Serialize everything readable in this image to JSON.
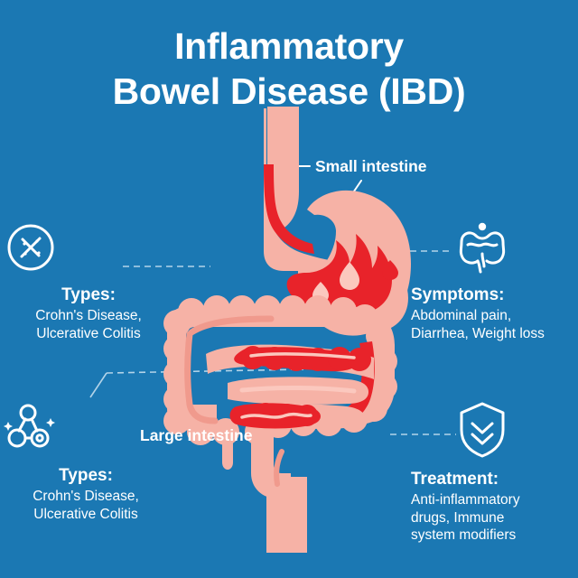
{
  "page": {
    "background_color": "#1b78b3",
    "title": "Inflammatory\nBowel Disease (IBD)"
  },
  "palette": {
    "background": "#1b78b3",
    "organ_pink": "#f6b2a6",
    "organ_pink_light": "#fbc8be",
    "organ_pink_shade": "#f09a8d",
    "inflammation_red": "#e8232a",
    "inflammation_red_dark": "#d4161d",
    "text_white": "#ffffff",
    "dash_line": "#bcd9ec"
  },
  "anatomy_labels": [
    {
      "id": "small-intestine",
      "text": "Small intestine"
    },
    {
      "id": "large-intestine",
      "text": "Large intestine"
    }
  ],
  "callouts": [
    {
      "id": "types-top",
      "icon": "crossed-wands-circle-icon",
      "heading": "Types:",
      "body": "Crohn's Disease,\nUlcerative Colitis"
    },
    {
      "id": "symptoms",
      "icon": "intestine-organ-icon",
      "heading": "Symptoms:",
      "body": "Abdominal pain,\nDiarrhea, Weight loss"
    },
    {
      "id": "types-bottom",
      "icon": "molecule-icon",
      "heading": "Types:",
      "body": "Crohn's Disease,\nUlcerative Colitis"
    },
    {
      "id": "treatment",
      "icon": "shield-check-icon",
      "heading": "Treatment:",
      "body": "Anti-inflammatory\ndrugs, Immune\nsystem modifiers"
    }
  ],
  "illustration": {
    "name": "digestive-tract-diagram",
    "parts": [
      "esophagus",
      "stomach",
      "stomach-inflammation-flame",
      "colon-frame",
      "small-intestine-coils",
      "inflamed-segments",
      "rectum"
    ]
  }
}
